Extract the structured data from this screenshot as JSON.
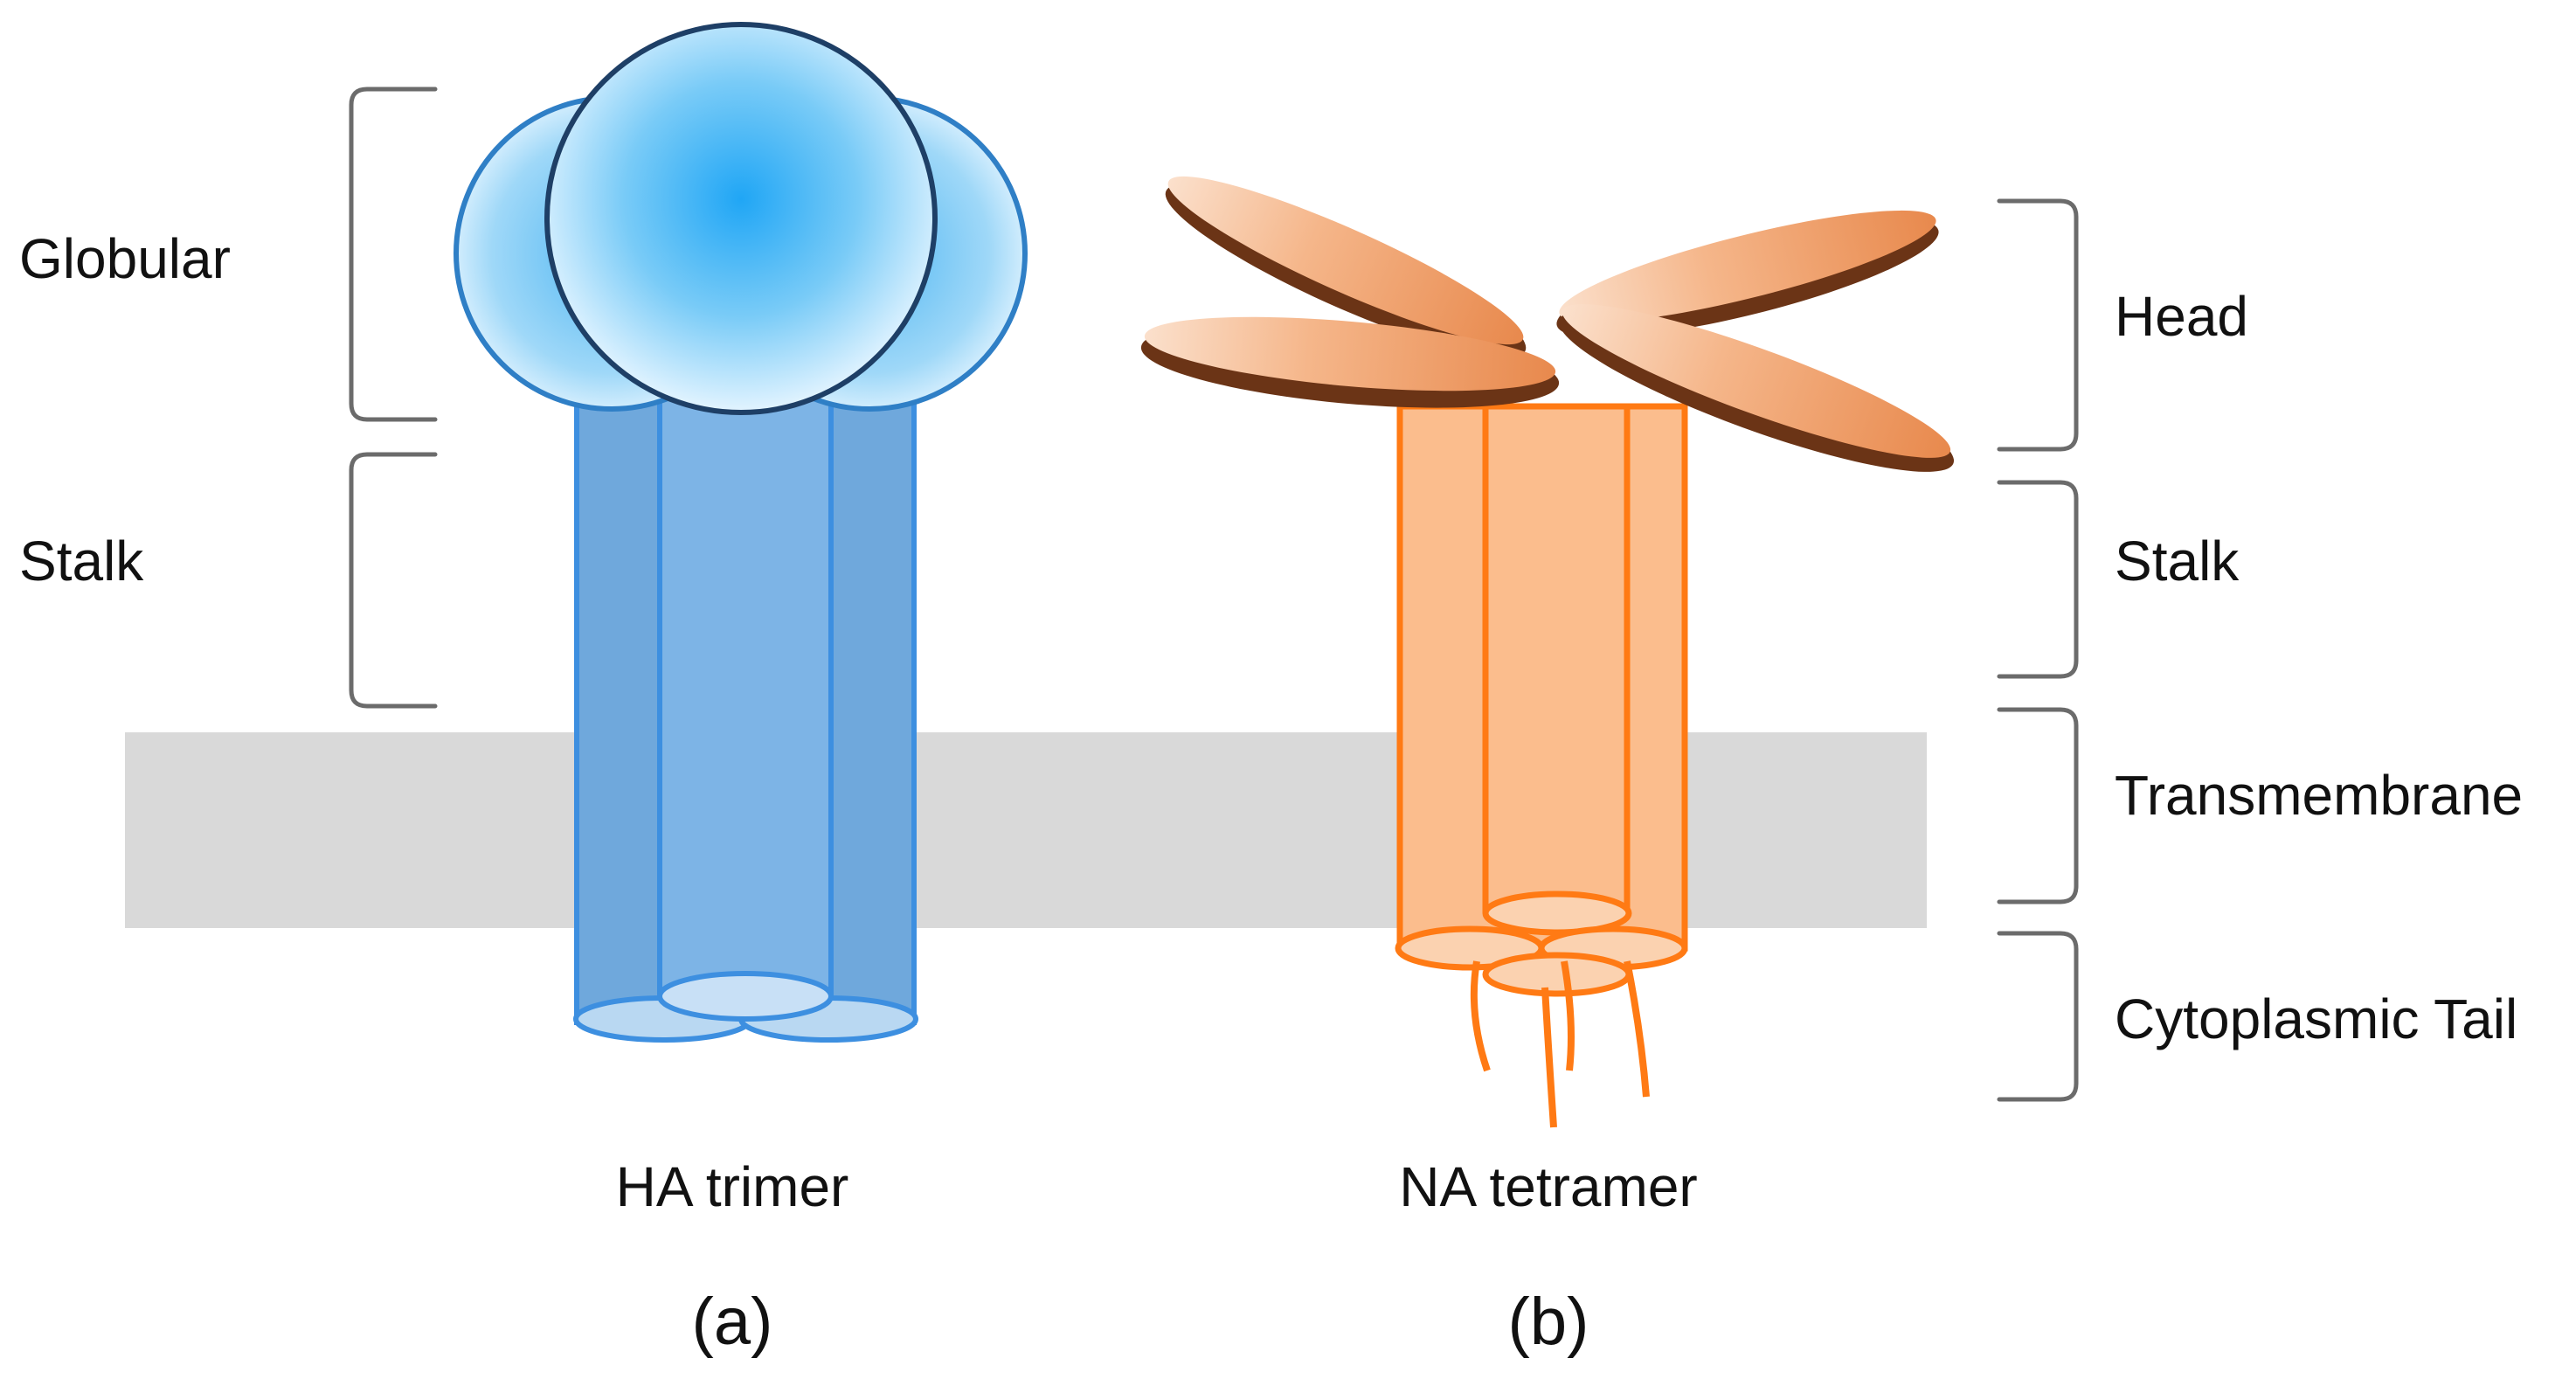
{
  "labels": {
    "left": {
      "globular": "Globular",
      "stalk": "Stalk"
    },
    "right": {
      "head": "Head",
      "stalk": "Stalk",
      "transmembrane": "Transmembrane",
      "cytoplasmic_tail": "Cytoplasmic Tail"
    }
  },
  "proteins": {
    "ha": {
      "name": "HA trimer",
      "panel": "(a)"
    },
    "na": {
      "name": "NA tetramer",
      "panel": "(b)"
    }
  },
  "colors": {
    "membrane": "#d9d9d9",
    "ha_fill": "#5b9bd5",
    "ha_stroke": "#3d8fe0",
    "ha_head_light": "#e3f4ff",
    "ha_head_core": "#20a6f5",
    "na_fill": "#fbbd8d",
    "na_stroke": "#ff7a14",
    "na_head_light": "#fbe0cc",
    "na_head_mid": "#f09a60",
    "na_head_dark": "#5e2c10",
    "bracket": "#6b6b6b"
  }
}
